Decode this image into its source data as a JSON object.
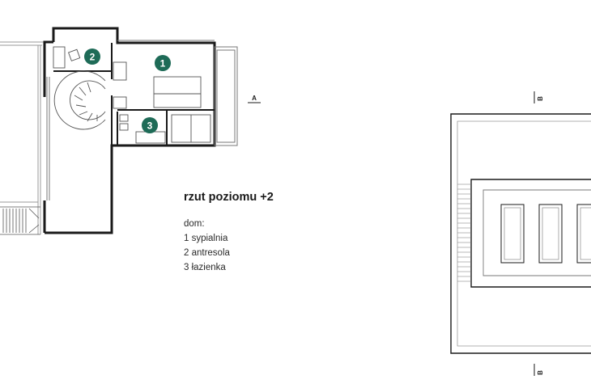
{
  "title": "rzut poziomu +2",
  "legend": {
    "heading": "dom:",
    "items": [
      "1 sypialnia",
      "2 antresola",
      "3 łazienka"
    ]
  },
  "badges": [
    "1",
    "2",
    "3"
  ],
  "section_marks": {
    "a": "A",
    "b_top": "B",
    "b_bottom": "B"
  },
  "colors": {
    "badge": "#1e6b57",
    "line": "#1a1a1a",
    "thin": "#888888"
  }
}
